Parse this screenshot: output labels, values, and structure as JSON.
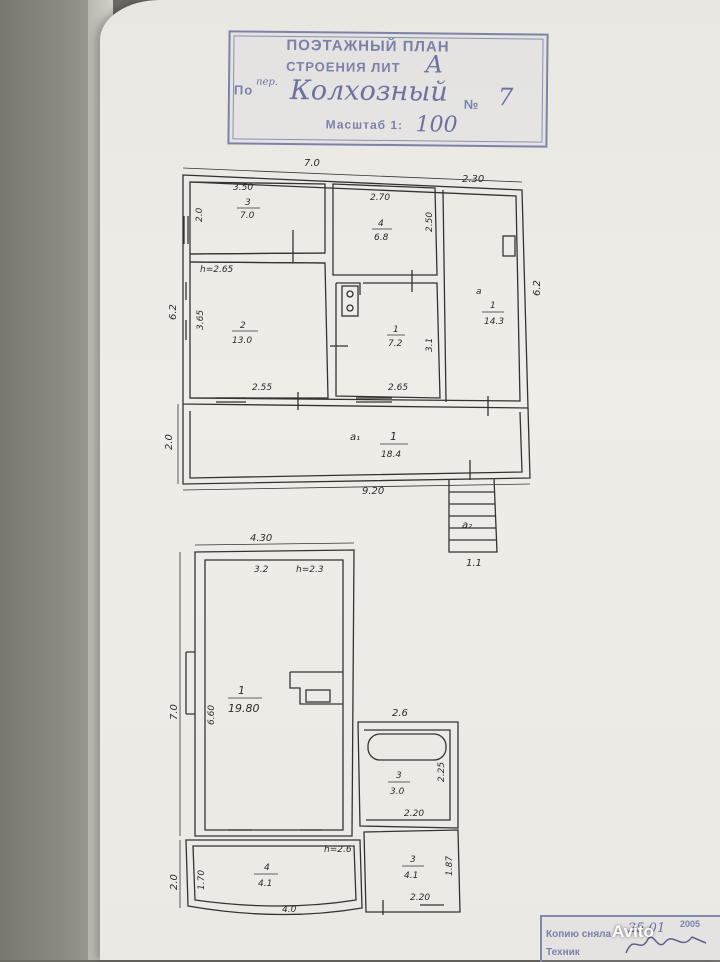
{
  "stamp": {
    "title": "ПОЭТАЖНЫЙ ПЛАН",
    "subtitle_prefix": "СТРОЕНИЯ ЛИТ",
    "litera": "А",
    "street_prefix": "По",
    "street_type": "пер.",
    "street_name": "Колхозный",
    "house_label": "№",
    "house_number": "7",
    "scale_label": "Масштаб 1:",
    "scale_value": "100"
  },
  "upper_plan": {
    "overall_width": "7.0",
    "right_width": "2.30",
    "left_height": "6.2",
    "right_height": "6.2",
    "veranda_height": "2.0",
    "veranda_length": "9.20",
    "stair_width": "1.1",
    "stair_label": "а₂",
    "rooms": [
      {
        "no": "3",
        "area": "7.0",
        "width": "3.50",
        "side": "2.0"
      },
      {
        "no": "4",
        "area": "6.8",
        "width": "2.70",
        "side": "2.50"
      },
      {
        "no": "2",
        "area": "13.0",
        "width": "2.55",
        "side": "3.65",
        "height": "h=2.65"
      },
      {
        "no": "1",
        "area": "7.2",
        "width": "2.65",
        "side": "3.1"
      },
      {
        "no": "1",
        "area": "14.3",
        "letter": "а"
      },
      {
        "no": "1",
        "area": "18.4",
        "letter": "а₁"
      }
    ]
  },
  "lower_plan": {
    "top_width": "4.30",
    "left_height": "7.0",
    "annex_width": "2.6",
    "left_bottom_height": "2.0",
    "rooms": [
      {
        "no": "1",
        "area": "19.80",
        "width": "3.2",
        "height": "h=2.3",
        "side": "6.60"
      },
      {
        "no": "3",
        "area": "3.0",
        "side": "2.25",
        "width": "2.20"
      },
      {
        "no": "4",
        "area": "4.1",
        "width": "4.0",
        "side": "1.70",
        "height": "h=2.6"
      },
      {
        "no": "3",
        "area": "4.1",
        "width": "2.20",
        "side": "1.87"
      }
    ]
  },
  "footer": {
    "copy_label": "Копию сняла",
    "date_fragment": "25.01",
    "year_fragment": "2005",
    "technician_label": "Техник",
    "watermark": "Avito"
  }
}
